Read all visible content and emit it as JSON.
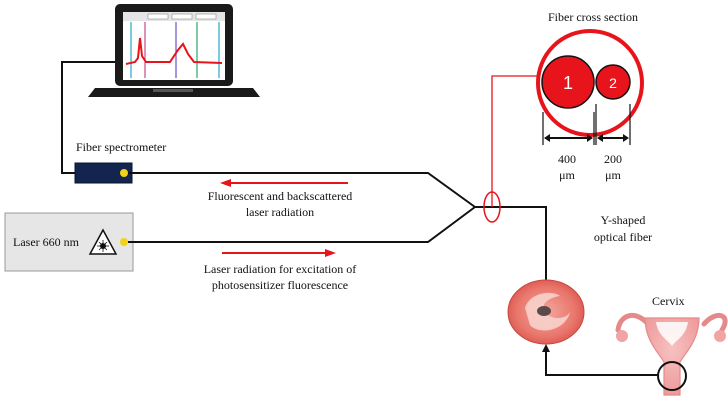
{
  "labels": {
    "fiber_cross_section": "Fiber cross section",
    "fiber_spectrometer": "Fiber spectrometer",
    "laser": "Laser 660 nm",
    "fluorescent_line1": "Fluorescent and backscattered",
    "fluorescent_line2": "laser radiation",
    "excitation_line1": "Laser radiation for excitation of",
    "excitation_line2": "photosensitizer fluorescence",
    "y_fiber_line1": "Y-shaped",
    "y_fiber_line2": "optical fiber",
    "cervix": "Cervix",
    "core1_number": "1",
    "core2_number": "2",
    "dim1_value": "400",
    "dim1_unit": "μm",
    "dim2_value": "200",
    "dim2_unit": "μm"
  },
  "colors": {
    "accent_red": "#e8141b",
    "fiber_line": "#111111",
    "spectrometer_body": "#13244f",
    "port_yellow": "#f3d31a",
    "laser_box": "#e6e6e6",
    "cervix_pink": "#f2a3a3"
  },
  "icons": {
    "laptop": "laptop-icon",
    "laser_warning": "laser-hazard-icon",
    "cervix": "uterus-cervix-icon",
    "tissue": "cervix-tissue-icon"
  }
}
